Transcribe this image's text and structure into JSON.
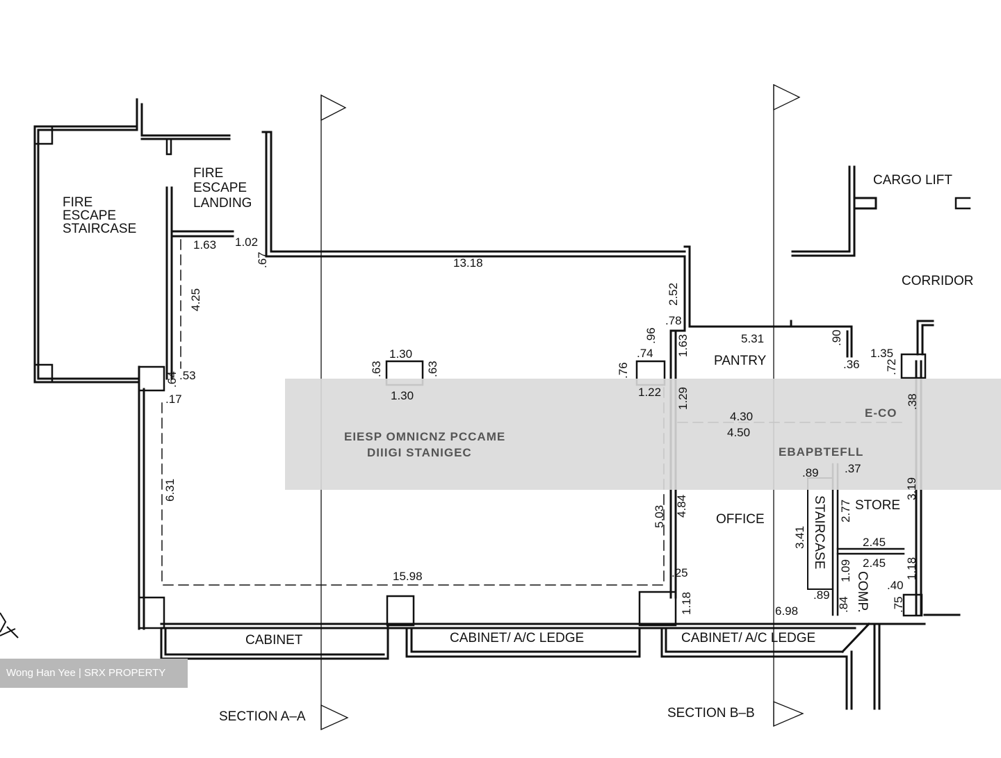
{
  "rooms": {
    "fire_escape_staircase": [
      "FIRE",
      "ESCAPE",
      "STAIRCASE"
    ],
    "fire_escape_landing": [
      "FIRE",
      "ESCAPE",
      "LANDING"
    ],
    "cargo_lift": "CARGO  LIFT",
    "corridor": "CORRIDOR",
    "pantry": "PANTRY",
    "office": "OFFICE",
    "store": "STORE",
    "staircase": "STAIRCASE",
    "comp": "COMP."
  },
  "ledges": {
    "cabinet": "CABINET",
    "cabinet_ac_1": "CABINET/  A/C  LEDGE",
    "cabinet_ac_2": "CABINET/  A/C  LEDGE"
  },
  "sections": {
    "a": "SECTION  A–A",
    "b": "SECTION  B–B"
  },
  "dimensions": {
    "d13_18": "13.18",
    "d1_63a": "1.63",
    "d1_02": "1.02",
    "d_67": ".67",
    "d4_25": "4.25",
    "d_53": ".53",
    "d_64": ".64",
    "d_17": ".17",
    "d6_31": "6.31",
    "d15_98": "15.98",
    "d1_30a": "1.30",
    "d1_30b": "1.30",
    "d_63a": ".63",
    "d_63b": ".63",
    "d2_52": "2.52",
    "d_78": ".78",
    "d_96": ".96",
    "d_74": ".74",
    "d_76": ".76",
    "d1_63b": "1.63",
    "d1_22": "1.22",
    "d1_29": "1.29",
    "d5_31": "5.31",
    "d_90": ".90",
    "d_36": ".36",
    "d1_35": "1.35",
    "d_72": ".72",
    "d_38": ".38",
    "d4_30": "4.30",
    "d4_50": "4.50",
    "d_89a": ".89",
    "d_37": ".37",
    "d3_19": "3.19",
    "d5_03": "5.03",
    "d4_84": "4.84",
    "d3_41": "3.41",
    "d2_77": "2.77",
    "d2_45a": "2.45",
    "d2_45b": "2.45",
    "d1_09": "1.09",
    "d1_18a": "1.18",
    "d_40": ".40",
    "d_25": ".25",
    "d1_18b": "1.18",
    "d_89b": ".89",
    "d_84": ".84",
    "d_75": ".75",
    "d6_98": "6.98"
  },
  "watermark": "Wong Han Yee | SRX PROPERTY",
  "colors": {
    "line": "#111111",
    "band": "#d9d9d9",
    "watermark_bg": "#b8b8b8"
  }
}
